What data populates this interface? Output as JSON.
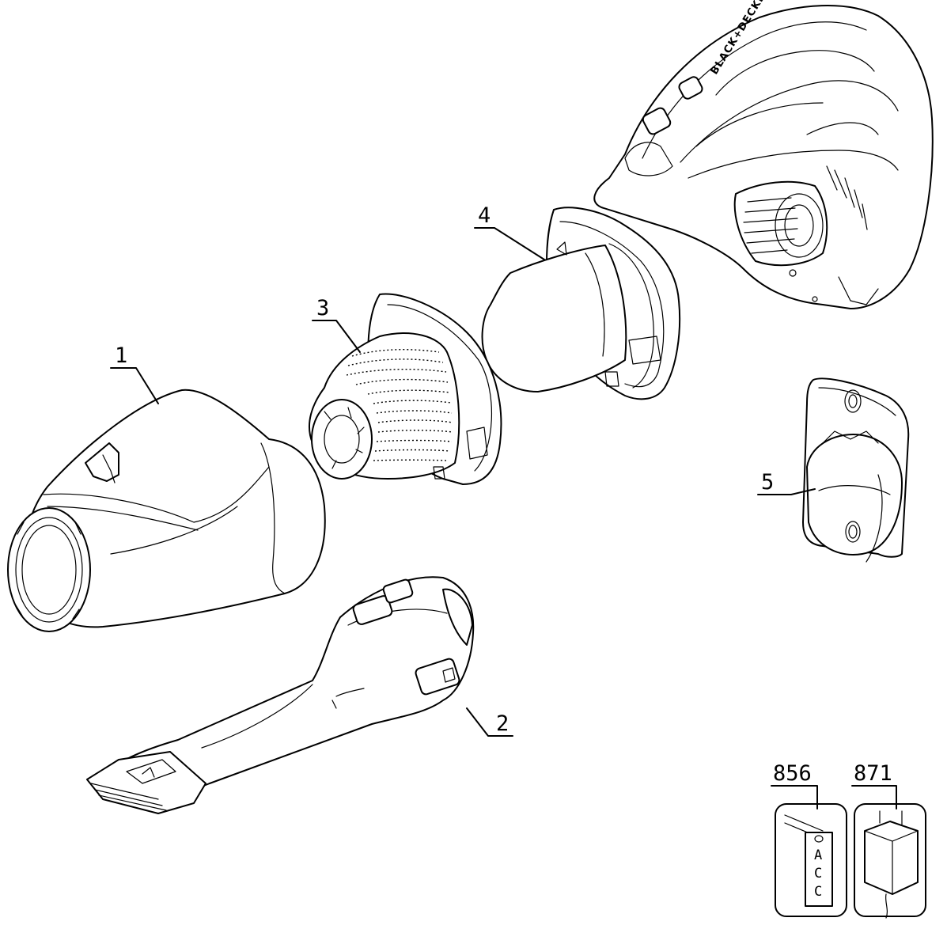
{
  "diagram": {
    "brand_text": "BLACK+DECKER",
    "parts": [
      {
        "id": "1",
        "label": "1"
      },
      {
        "id": "2",
        "label": "2"
      },
      {
        "id": "3",
        "label": "3"
      },
      {
        "id": "4",
        "label": "4"
      },
      {
        "id": "5",
        "label": "5"
      }
    ],
    "accessories": [
      {
        "id": "856",
        "label": "856",
        "tag_letters": [
          "A",
          "C",
          "C"
        ]
      },
      {
        "id": "871",
        "label": "871"
      }
    ]
  }
}
